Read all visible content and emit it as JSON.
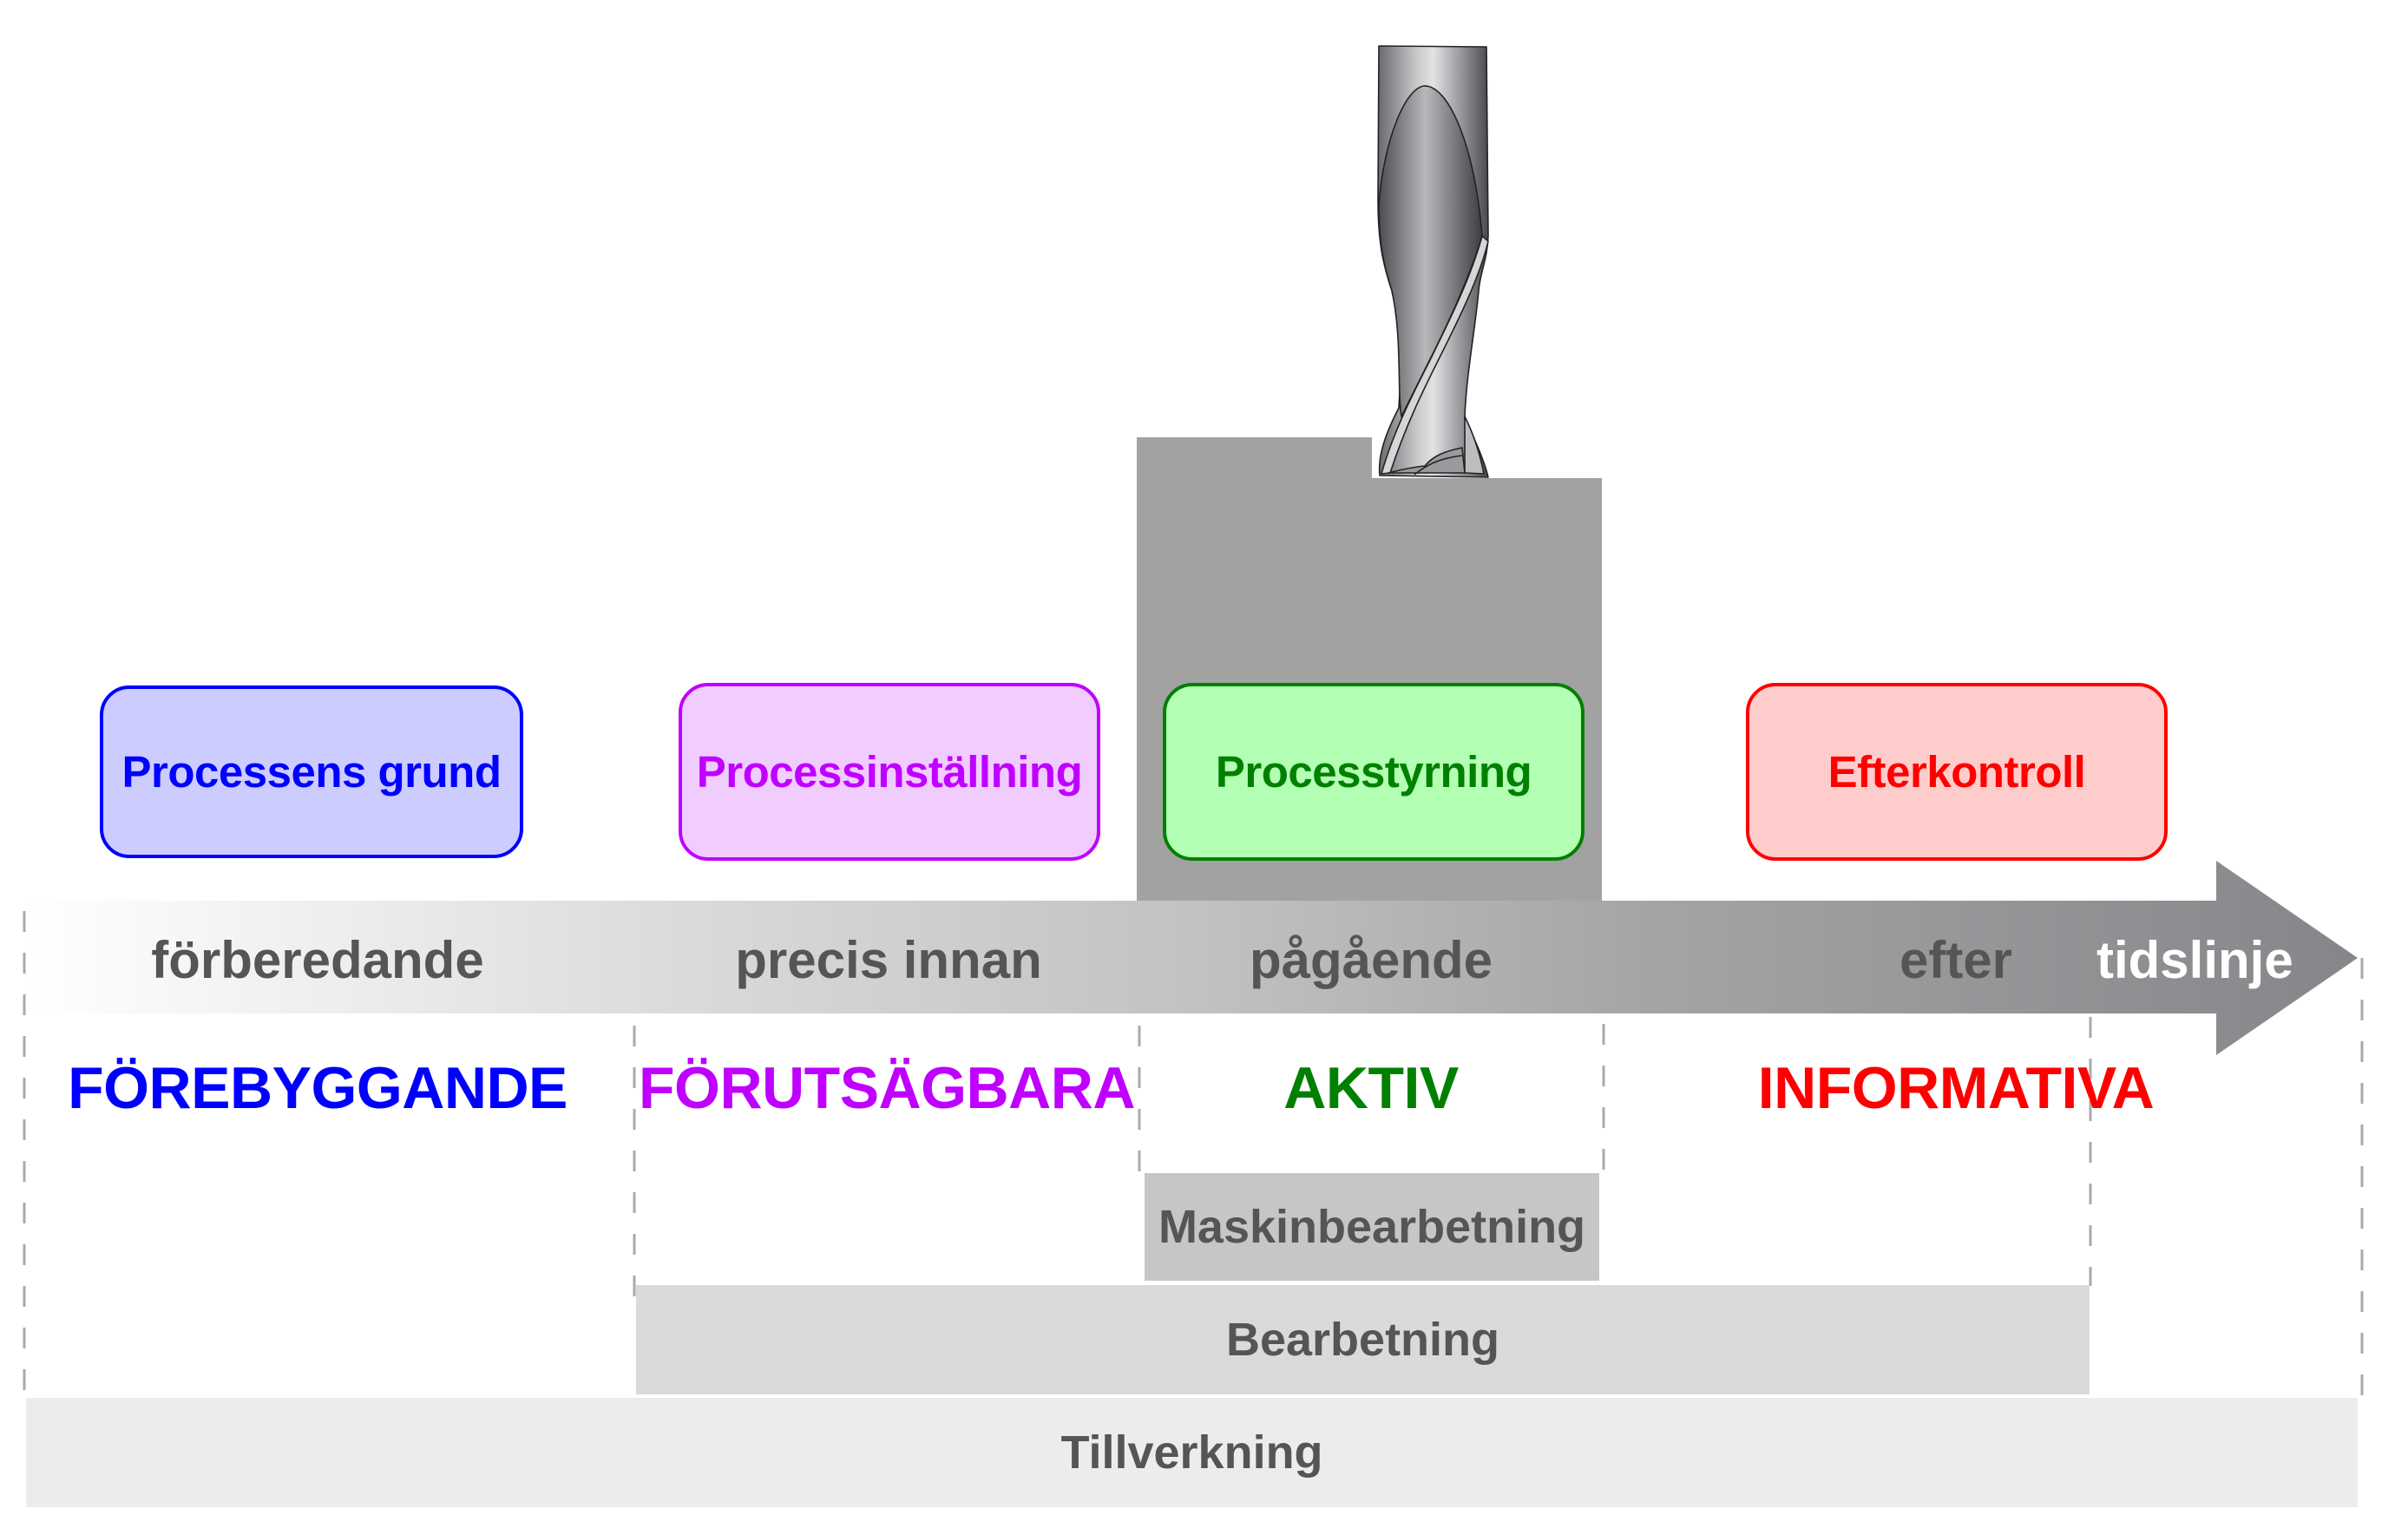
{
  "diagram": {
    "title": "Process control timeline",
    "control_boxes": [
      {
        "label": "Processens grund",
        "text_color": "#0000ff",
        "border_color": "#0000ff",
        "fill_color": "#ccccff"
      },
      {
        "label": "Processinställning",
        "text_color": "#bf00ff",
        "border_color": "#bf00ff",
        "fill_color": "#f0ccff"
      },
      {
        "label": "Processtyrning",
        "text_color": "#008000",
        "border_color": "#008000",
        "fill_color": "#b3ffb3"
      },
      {
        "label": "Efterkontroll",
        "text_color": "#ff0000",
        "border_color": "#ff0000",
        "fill_color": "#ffcccc"
      }
    ],
    "timeline": {
      "label": "tidslinje",
      "phases": [
        "förberedande",
        "precis innan",
        "pågående",
        "efter"
      ],
      "gradient_start": "#ffffff",
      "gradient_end": "#86868a"
    },
    "categories": [
      {
        "label": "FÖREBYGGANDE",
        "color": "#0000ff"
      },
      {
        "label": "FÖRUTSÄGBARA",
        "color": "#bf00ff"
      },
      {
        "label": "AKTIV",
        "color": "#008000"
      },
      {
        "label": "INFORMATIVA",
        "color": "#ff0000"
      }
    ],
    "layers": [
      {
        "label": "Maskinbearbetning",
        "fill_color": "#c6c6c6"
      },
      {
        "label": "Bearbetning",
        "fill_color": "#dadada"
      },
      {
        "label": "Tillverkning",
        "fill_color": "#ececec"
      }
    ],
    "illustration": {
      "workpiece_color": "#a3a2a3",
      "tool": "end mill cutter"
    }
  }
}
